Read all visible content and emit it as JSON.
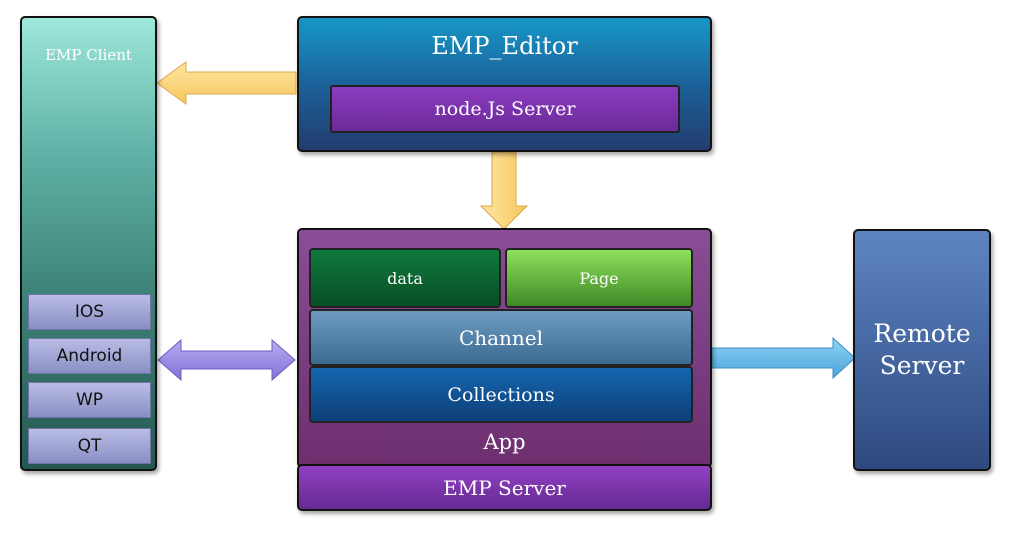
{
  "client": {
    "title": "EMP Client",
    "platforms": [
      "IOS",
      "Android",
      "WP",
      "QT"
    ]
  },
  "editor": {
    "title": "EMP_Editor",
    "node_server": "node.Js Server"
  },
  "app": {
    "data": "data",
    "page": "Page",
    "channel": "Channel",
    "collections": "Collections",
    "label": "App"
  },
  "emp_server": "EMP Server",
  "remote_server": [
    "Remote",
    "Server"
  ],
  "colors": {
    "arrow_yellow": "#ffd980",
    "arrow_purple": "#9c8ee6",
    "arrow_blue": "#6fc0ec"
  }
}
